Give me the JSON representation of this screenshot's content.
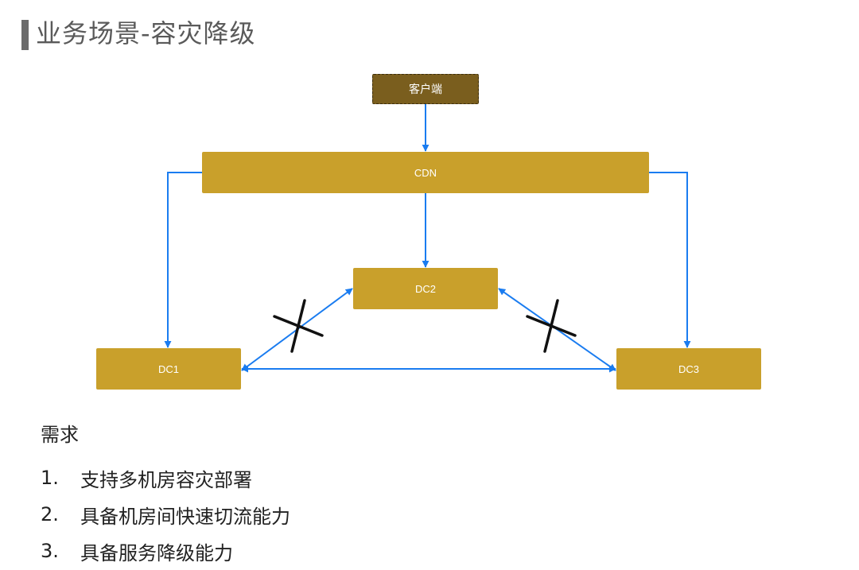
{
  "page": {
    "title": "业务场景-容灾降级"
  },
  "diagram": {
    "nodes": {
      "client": "客户端",
      "cdn": "CDN",
      "dc1": "DC1",
      "dc2": "DC2",
      "dc3": "DC3"
    },
    "colors": {
      "node": "#c9a02b",
      "client_node": "#7a5e1e",
      "arrow": "#1a7cf0",
      "cross": "#111111"
    },
    "links": [
      {
        "from": "client",
        "to": "cdn",
        "direction": "forward",
        "broken": false
      },
      {
        "from": "cdn",
        "to": "dc1",
        "direction": "forward",
        "broken": false
      },
      {
        "from": "cdn",
        "to": "dc2",
        "direction": "forward",
        "broken": false
      },
      {
        "from": "cdn",
        "to": "dc3",
        "direction": "forward",
        "broken": false
      },
      {
        "from": "dc1",
        "to": "dc2",
        "direction": "both",
        "broken": true
      },
      {
        "from": "dc2",
        "to": "dc3",
        "direction": "both",
        "broken": true
      },
      {
        "from": "dc1",
        "to": "dc3",
        "direction": "both",
        "broken": false
      }
    ]
  },
  "requirements": {
    "heading": "需求",
    "items": [
      {
        "num": "1.",
        "text": "支持多机房容灾部署"
      },
      {
        "num": "2.",
        "text": "具备机房间快速切流能力"
      },
      {
        "num": "3.",
        "text": "具备服务降级能力"
      }
    ]
  }
}
